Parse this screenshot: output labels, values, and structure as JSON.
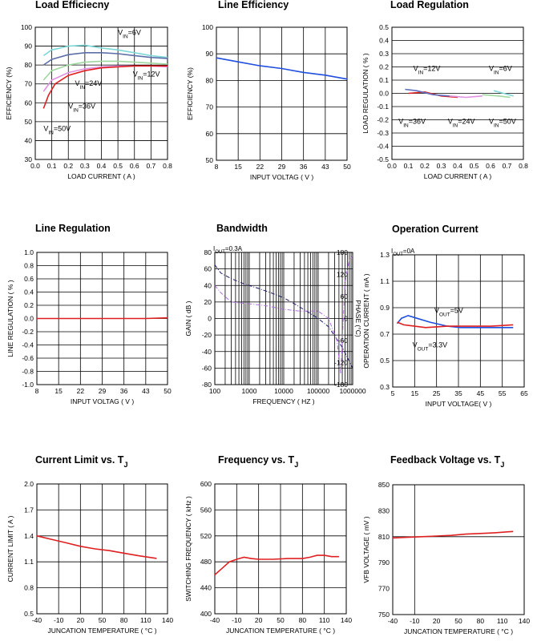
{
  "chart_data": [
    {
      "id": "load-efficiency",
      "type": "line",
      "title": "Load Efficiecny",
      "xlabel": "LOAD CURRENT ( A )",
      "ylabel": "EFFICIENCY (%)",
      "xlim": [
        0,
        0.8
      ],
      "ylim": [
        30,
        100
      ],
      "xticks": [
        "0.0",
        "0.1",
        "0.2",
        "0.3",
        "0.4",
        "0.5",
        "0.6",
        "0.7",
        "0.8"
      ],
      "yticks": [
        "30",
        "40",
        "50",
        "60",
        "70",
        "80",
        "90",
        "100"
      ],
      "series": [
        {
          "name": "VIN=6V",
          "color": "#7fd8d8",
          "x": [
            0.05,
            0.1,
            0.2,
            0.3,
            0.4,
            0.5,
            0.6,
            0.7,
            0.8
          ],
          "y": [
            85,
            88,
            90,
            90.5,
            89,
            88,
            86.5,
            85,
            84
          ]
        },
        {
          "name": "VIN=12V",
          "color": "#5c6fa8",
          "x": [
            0.05,
            0.1,
            0.2,
            0.3,
            0.4,
            0.5,
            0.6,
            0.7,
            0.8
          ],
          "y": [
            80,
            83,
            85.5,
            86.5,
            86.5,
            86,
            85,
            84,
            83.5
          ]
        },
        {
          "name": "VIN=24V",
          "color": "#9fd89f",
          "x": [
            0.05,
            0.1,
            0.2,
            0.3,
            0.4,
            0.5,
            0.6,
            0.7,
            0.8
          ],
          "y": [
            72,
            77,
            80,
            81.5,
            82,
            82,
            81.5,
            81,
            80.5
          ]
        },
        {
          "name": "VIN=36V",
          "color": "#e090e0",
          "x": [
            0.05,
            0.1,
            0.2,
            0.3,
            0.4,
            0.5,
            0.6,
            0.7,
            0.8
          ],
          "y": [
            66,
            72,
            76,
            78,
            79,
            79.5,
            79.5,
            79.5,
            79
          ]
        },
        {
          "name": "VIN=50V",
          "color": "#e02020",
          "x": [
            0.05,
            0.08,
            0.12,
            0.2,
            0.3,
            0.4,
            0.5,
            0.6,
            0.7,
            0.8
          ],
          "y": [
            57,
            64,
            70,
            74.5,
            77,
            78.5,
            79,
            79.5,
            79.5,
            79.5
          ]
        }
      ],
      "annotations": [
        {
          "base": "V",
          "sub": "IN",
          "rest": "=6V",
          "x": 0.5,
          "y": 96
        },
        {
          "base": "V",
          "sub": "IN",
          "rest": "=12V",
          "x": 0.59,
          "y": 74
        },
        {
          "base": "V",
          "sub": "IN",
          "rest": "=24V",
          "x": 0.24,
          "y": 69
        },
        {
          "base": "V",
          "sub": "IN",
          "rest": "=36V",
          "x": 0.2,
          "y": 57
        },
        {
          "base": "V",
          "sub": "IN",
          "rest": "=50V",
          "x": 0.05,
          "y": 45
        }
      ]
    },
    {
      "id": "line-efficiency",
      "type": "line",
      "title": "Line Efficiency",
      "xlabel": "INPUT VOLTAG ( V )",
      "ylabel": "EFFICIENCY (%)",
      "xlim": [
        8,
        50
      ],
      "ylim": [
        50,
        100
      ],
      "xticks": [
        "8",
        "15",
        "22",
        "29",
        "36",
        "43",
        "50"
      ],
      "yticks": [
        "50",
        "60",
        "70",
        "80",
        "90",
        "100"
      ],
      "series": [
        {
          "color": "#1f4fe0",
          "x": [
            8,
            15,
            22,
            29,
            36,
            43,
            50
          ],
          "y": [
            88.5,
            87,
            85.5,
            84.5,
            83,
            82,
            80.5
          ]
        }
      ]
    },
    {
      "id": "load-regulation",
      "type": "line",
      "title": "Load Regulation",
      "xlabel": "LOAD CURRENT ( A )",
      "ylabel": "LOAD REGULATION ( % )",
      "xlim": [
        0,
        0.8
      ],
      "ylim": [
        -0.5,
        0.5
      ],
      "xticks": [
        "0.0",
        "0.1",
        "0.2",
        "0.3",
        "0.4",
        "0.5",
        "0.6",
        "0.7",
        "0.8"
      ],
      "yticks": [
        "-0.5",
        "-0.4",
        "-0.3",
        "-0.2",
        "-0.1",
        "0.0",
        "0.1",
        "0.2",
        "0.3",
        "0.4",
        "0.5"
      ],
      "series": [
        {
          "name": "VIN=12V",
          "color": "#e02020",
          "x": [
            0.1,
            0.2,
            0.3,
            0.4
          ],
          "y": [
            0.0,
            0.01,
            -0.02,
            -0.03
          ]
        },
        {
          "name": "VIN=36V",
          "color": "#6070c0",
          "x": [
            0.08,
            0.15,
            0.25,
            0.35
          ],
          "y": [
            0.03,
            0.02,
            -0.01,
            -0.02
          ]
        },
        {
          "name": "VIN=24V",
          "color": "#e090e0",
          "x": [
            0.35,
            0.45,
            0.55
          ],
          "y": [
            -0.02,
            -0.03,
            -0.02
          ]
        },
        {
          "name": "VIN=50V",
          "color": "#9fd89f",
          "x": [
            0.55,
            0.65,
            0.72
          ],
          "y": [
            -0.01,
            -0.02,
            -0.03
          ]
        },
        {
          "name": "VIN=6V",
          "color": "#7fd8d8",
          "x": [
            0.62,
            0.68,
            0.74
          ],
          "y": [
            0.02,
            0.0,
            -0.02
          ]
        }
      ],
      "annotations": [
        {
          "base": "V",
          "sub": "IN",
          "rest": "=12V",
          "x": 0.13,
          "y": 0.17
        },
        {
          "base": "V",
          "sub": "IN",
          "rest": "=6V",
          "x": 0.59,
          "y": 0.17
        },
        {
          "base": "V",
          "sub": "IN",
          "rest": "=36V",
          "x": 0.04,
          "y": -0.23
        },
        {
          "base": "V",
          "sub": "IN",
          "rest": "=24V",
          "x": 0.34,
          "y": -0.23
        },
        {
          "base": "V",
          "sub": "IN",
          "rest": "=50V",
          "x": 0.59,
          "y": -0.23
        }
      ]
    },
    {
      "id": "line-regulation",
      "type": "line",
      "title": "Line Regulation",
      "xlabel": "INPUT VOLTAG ( V )",
      "ylabel": "LINE REGULATION ( % )",
      "xlim": [
        8,
        50
      ],
      "ylim": [
        -1,
        1
      ],
      "xticks": [
        "8",
        "15",
        "22",
        "29",
        "36",
        "43",
        "50"
      ],
      "yticks": [
        "-1.0",
        "-0.8",
        "-0.6",
        "-0.4",
        "-0.2",
        "0.0",
        "0.2",
        "0.4",
        "0.6",
        "0.8",
        "1.0"
      ],
      "series": [
        {
          "color": "#e02020",
          "x": [
            8,
            15,
            22,
            29,
            36,
            43,
            50
          ],
          "y": [
            0.0,
            0.0,
            0.0,
            0.0,
            0.0,
            0.0,
            0.01
          ]
        }
      ]
    },
    {
      "id": "bandwidth",
      "type": "line",
      "title": "Bandwidth",
      "subtitle": {
        "base": "I",
        "sub": "OUT",
        "rest": "=0.3A"
      },
      "xlabel": "FREQUENCY ( HZ )",
      "ylabel": "GAIN ( dB )",
      "ylabel_right": "PHASE (°C)",
      "xscale": "log",
      "xlim": [
        100,
        1000000
      ],
      "ylim": [
        -80,
        80
      ],
      "ylim_right": [
        -180,
        180
      ],
      "xticks": [
        "100",
        "1000",
        "10000",
        "100000",
        "1000000"
      ],
      "yticks": [
        "-80",
        "-60",
        "-40",
        "-20",
        "0",
        "20",
        "40",
        "60",
        "80"
      ],
      "yticks_right": [
        "-180",
        "-120",
        "-60",
        "0",
        "60",
        "120",
        "180"
      ],
      "right_axis_color": "#9040e0",
      "series": [
        {
          "name": "GAIN",
          "color": "#1a1a6a",
          "dash": "dashdot",
          "x": [
            100,
            150,
            250,
            400,
            700,
            1000,
            2000,
            5000,
            10000,
            20000,
            50000,
            100000,
            200000,
            500000,
            1000000
          ],
          "y": [
            65,
            55,
            50,
            46,
            42,
            40,
            36,
            30,
            25,
            18,
            8,
            0,
            -10,
            -35,
            -60
          ]
        },
        {
          "name": "PHASE",
          "color": "#b070e0",
          "dash": "dashdot",
          "x": [
            100,
            150,
            300,
            1000,
            3000,
            10000,
            30000,
            100000,
            200000,
            350000,
            450000,
            600000,
            800000,
            1000000
          ],
          "y": [
            90,
            70,
            45,
            40,
            35,
            25,
            20,
            20,
            0,
            -60,
            -150,
            100,
            160,
            170
          ]
        }
      ]
    },
    {
      "id": "operation-current",
      "type": "line",
      "title": "Operation Current",
      "subtitle": {
        "base": "I",
        "sub": "OUT",
        "rest": "=0A"
      },
      "xlabel": "INPUT VOLTAGE( V )",
      "ylabel": "OPERATION CURRENT ( mA )",
      "xlim": [
        5,
        65
      ],
      "ylim": [
        0.3,
        1.3
      ],
      "xticks": [
        "5",
        "15",
        "25",
        "35",
        "45",
        "55",
        "65"
      ],
      "yticks": [
        "0.3",
        "0.5",
        "0.7",
        "0.9",
        "1.1",
        "1.3"
      ],
      "series": [
        {
          "name": "VOUT=5V",
          "color": "#1f4fe0",
          "x": [
            7,
            9,
            12,
            16,
            22,
            30,
            36,
            45,
            55,
            60
          ],
          "y": [
            0.78,
            0.82,
            0.84,
            0.82,
            0.79,
            0.76,
            0.75,
            0.75,
            0.75,
            0.75
          ]
        },
        {
          "name": "VOUT=3.3V",
          "color": "#e02020",
          "x": [
            7,
            10,
            15,
            20,
            30,
            40,
            50,
            60
          ],
          "y": [
            0.79,
            0.77,
            0.76,
            0.75,
            0.76,
            0.76,
            0.76,
            0.77
          ]
        }
      ],
      "annotations": [
        {
          "base": "V",
          "sub": "OUT",
          "rest": "=5V",
          "x": 24,
          "y": 0.86
        },
        {
          "base": "V",
          "sub": "OUT",
          "rest": "=3.3V",
          "x": 14,
          "y": 0.6
        }
      ]
    },
    {
      "id": "current-limit",
      "type": "line",
      "title": {
        "base": "Current Limit vs. T",
        "sub": "J"
      },
      "xlabel": "JUNCATION TEMPERATURE ( °C )",
      "ylabel": "CURRENT LIMIT ( A )",
      "xlim": [
        -40,
        140
      ],
      "ylim": [
        0.5,
        2.0
      ],
      "xticks": [
        "-40",
        "-10",
        "20",
        "50",
        "80",
        "110",
        "140"
      ],
      "yticks": [
        "0.5",
        "0.8",
        "1.1",
        "1.4",
        "1.7",
        "2.0"
      ],
      "series": [
        {
          "color": "#e02020",
          "x": [
            -40,
            -20,
            0,
            20,
            40,
            60,
            80,
            100,
            125
          ],
          "y": [
            1.4,
            1.36,
            1.32,
            1.28,
            1.25,
            1.23,
            1.2,
            1.17,
            1.14
          ]
        }
      ]
    },
    {
      "id": "frequency",
      "type": "line",
      "title": {
        "base": "Frequency vs. T",
        "sub": "J"
      },
      "xlabel": "JUNCATION TEMPERATURE ( °C )",
      "ylabel": "SWITCHING FREQUENCY ( kHz )",
      "xlim": [
        -40,
        140
      ],
      "ylim": [
        400,
        600
      ],
      "xticks": [
        "-40",
        "-10",
        "20",
        "50",
        "80",
        "110",
        "140"
      ],
      "yticks": [
        "400",
        "440",
        "480",
        "520",
        "560",
        "600"
      ],
      "series": [
        {
          "color": "#e02020",
          "x": [
            -40,
            -30,
            -20,
            -10,
            0,
            10,
            20,
            40,
            60,
            80,
            90,
            100,
            110,
            120,
            130
          ],
          "y": [
            460,
            470,
            480,
            484,
            487,
            485,
            484,
            484,
            485,
            485,
            487,
            490,
            490,
            488,
            488
          ]
        }
      ]
    },
    {
      "id": "feedback-voltage",
      "type": "line",
      "title": {
        "base": "Feedback Voltage vs. T",
        "sub": "J"
      },
      "xlabel": "JUNCATION TEMPERATURE ( °C )",
      "ylabel": "VFB VOLTAGE ( mV )",
      "xlim": [
        -40,
        140
      ],
      "ylim": [
        750,
        850
      ],
      "xticks": [
        "-40",
        "-10",
        "20",
        "50",
        "80",
        "110",
        "140"
      ],
      "yticks": [
        "750",
        "770",
        "790",
        "810",
        "830",
        "850"
      ],
      "gridx_only": [
        -10
      ],
      "gridy_only": [
        810
      ],
      "series": [
        {
          "color": "#e02020",
          "x": [
            -40,
            -20,
            0,
            20,
            40,
            60,
            80,
            100,
            125
          ],
          "y": [
            809,
            809.5,
            810,
            810.5,
            811,
            812,
            812.5,
            813,
            814
          ]
        }
      ]
    }
  ]
}
